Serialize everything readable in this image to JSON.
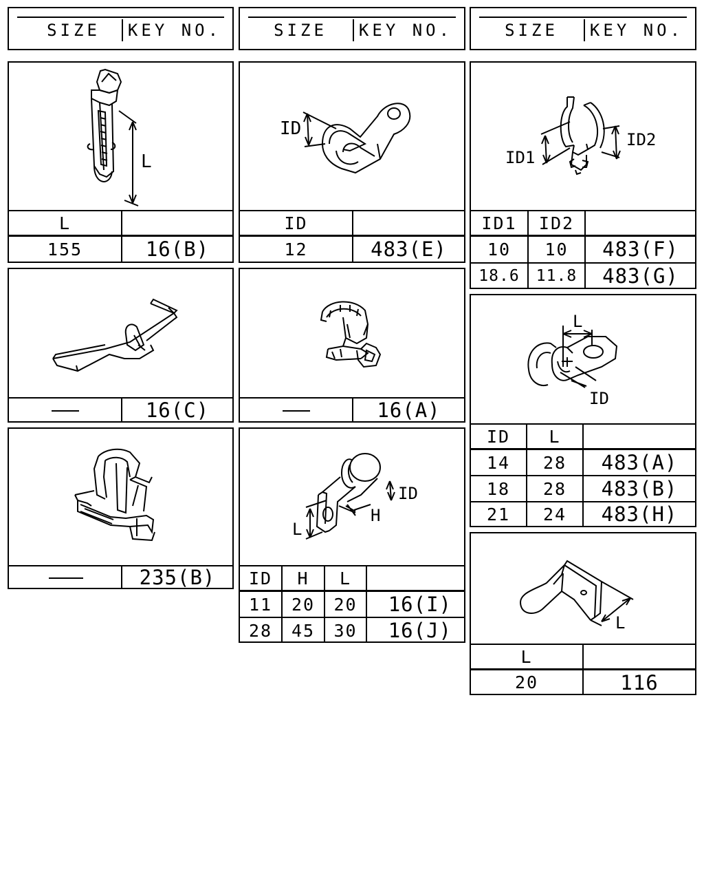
{
  "header": {
    "size_label": "SIZE",
    "key_label": "KEY NO."
  },
  "parts": {
    "p1": {
      "dim_label": "L",
      "col_l": "L",
      "val_l": "155",
      "key": "16(B)"
    },
    "p2": {
      "dim_label": "ID",
      "col_id": "ID",
      "val_id": "12",
      "key": "483(E)"
    },
    "p3": {
      "dim_id1": "ID1",
      "dim_id2": "ID2",
      "col_id1": "ID1",
      "col_id2": "ID2",
      "rows": [
        {
          "id1": "10",
          "id2": "10",
          "key": "483(F)"
        },
        {
          "id1": "18.6",
          "id2": "11.8",
          "key": "483(G)"
        }
      ]
    },
    "p4": {
      "key": "16(C)"
    },
    "p5": {
      "key": "16(A)"
    },
    "p6": {
      "dim_l": "L",
      "dim_id": "ID",
      "col_id": "ID",
      "col_l": "L",
      "rows": [
        {
          "id": "14",
          "l": "28",
          "key": "483(A)"
        },
        {
          "id": "18",
          "l": "28",
          "key": "483(B)"
        },
        {
          "id": "21",
          "l": "24",
          "key": "483(H)"
        }
      ]
    },
    "p7": {
      "key": "235(B)"
    },
    "p8": {
      "dim_l": "L",
      "dim_h": "H",
      "dim_id": "ID",
      "col_id": "ID",
      "col_h": "H",
      "col_l": "L",
      "rows": [
        {
          "id": "11",
          "h": "20",
          "l": "20",
          "key": "16(I)"
        },
        {
          "id": "28",
          "h": "45",
          "l": "30",
          "key": "16(J)"
        }
      ]
    },
    "p9": {
      "dim_l": "L",
      "col_l": "L",
      "val_l": "20",
      "key": "116"
    }
  }
}
